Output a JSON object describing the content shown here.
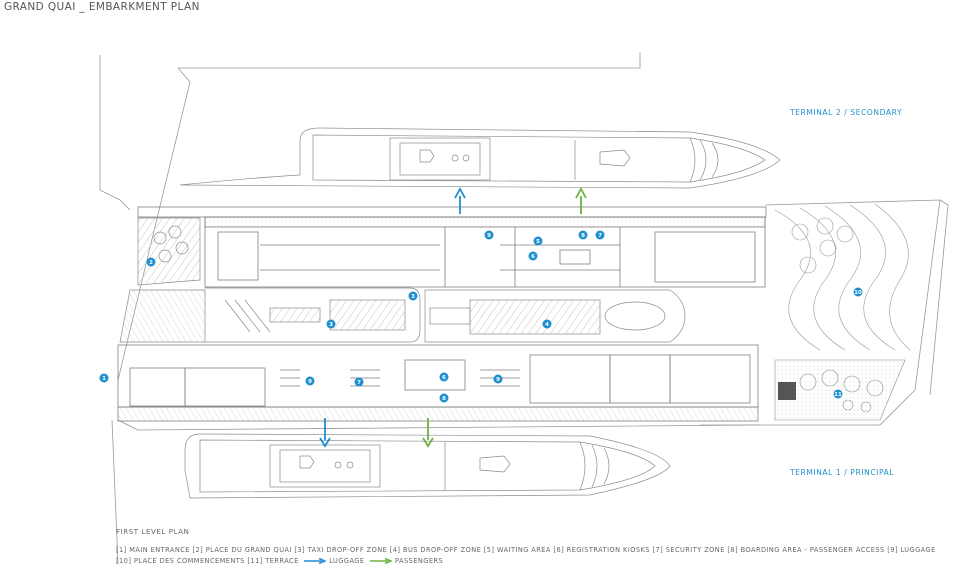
{
  "title": "GRAND QUAI _ EMBARKMENT PLAN",
  "terminal_labels": {
    "secondary": "TERMINAL 2 / SECONDARY",
    "principal": "TERMINAL 1 / PRINCIPAL"
  },
  "plan_subtitle": "FIRST LEVEL PLAN",
  "markers": [
    "1",
    "2",
    "3",
    "4",
    "5",
    "6",
    "7",
    "8",
    "9",
    "10",
    "11"
  ],
  "legend": {
    "items": [
      "[1] MAIN ENTRANCE",
      "[2] PLACE DU GRAND QUAI",
      "[3] TAXI DROP-OFF ZONE",
      "[4] BUS DROP-OFF ZONE",
      "[5] WAITING AREA",
      "[6] REGISTRATION KIOSKS",
      "[7] SECURITY ZONE",
      "[8] BOARDING AREA - PASSENGER ACCESS",
      "[9] LUGGAGE",
      "[10] PLACE DES COMMENCEMENTS",
      "[11] TERRACE"
    ],
    "luggage_label": "LUGGAGE",
    "passengers_label": "PASSENGERS"
  },
  "colors": {
    "marker": "#1f8fd0",
    "luggage_arrow": "#1f8fd0",
    "passengers_arrow": "#6cb33f",
    "linework": "#8a8a8a"
  }
}
